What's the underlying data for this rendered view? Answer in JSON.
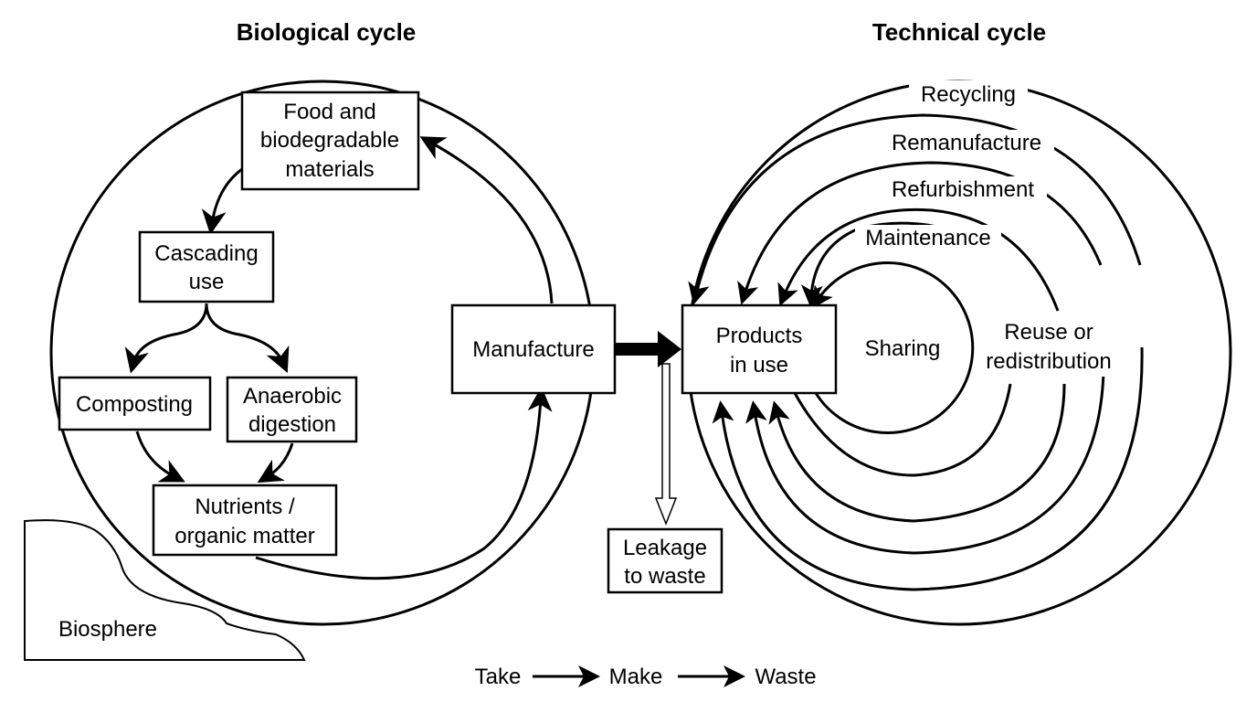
{
  "biological": {
    "title": "Biological cycle",
    "food_line1": "Food and",
    "food_line2": "biodegradable",
    "food_line3": "materials",
    "cascading_line1": "Cascading",
    "cascading_line2": "use",
    "composting": "Composting",
    "anaerobic_line1": "Anaerobic",
    "anaerobic_line2": "digestion",
    "nutrients_line1": "Nutrients /",
    "nutrients_line2": "organic matter",
    "biosphere": "Biosphere"
  },
  "center": {
    "manufacture": "Manufacture",
    "leakage_line1": "Leakage",
    "leakage_line2": "to waste"
  },
  "technical": {
    "title": "Technical cycle",
    "products_line1": "Products",
    "products_line2": "in use",
    "sharing": "Sharing",
    "maintenance": "Maintenance",
    "refurbishment": "Refurbishment",
    "remanufacture": "Remanufacture",
    "recycling": "Recycling",
    "reuse_line1": "Reuse or",
    "reuse_line2": "redistribution"
  },
  "legend": {
    "take": "Take",
    "make": "Make",
    "waste": "Waste"
  },
  "colors": {
    "stroke": "#000000",
    "background": "#ffffff"
  }
}
